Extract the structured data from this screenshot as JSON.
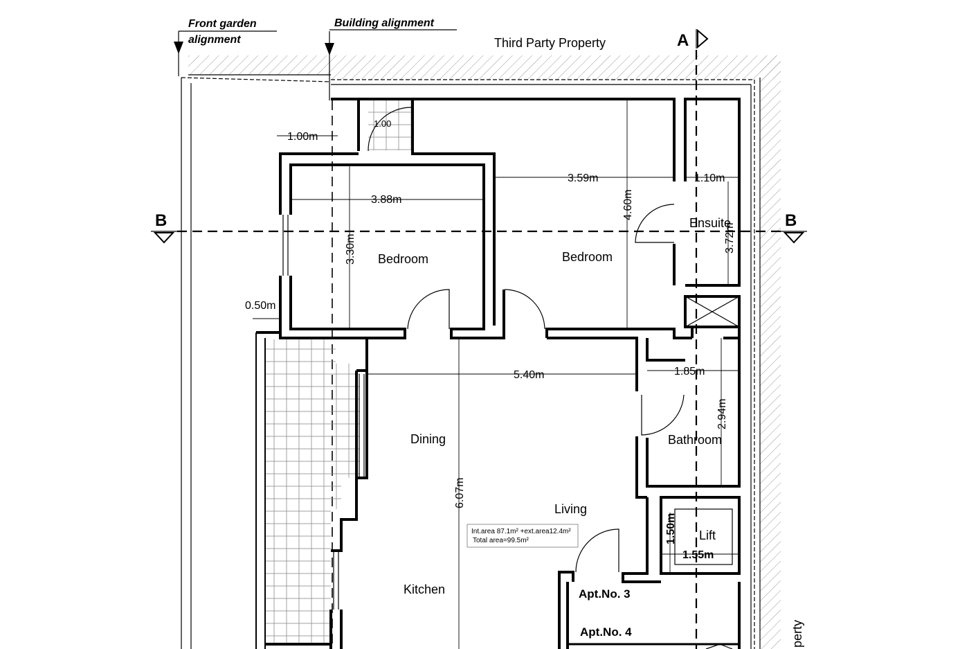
{
  "labels": {
    "front_garden": [
      "Front garden",
      "alignment"
    ],
    "building_alignment": "Building alignment",
    "third_party_top": "Third Party Property",
    "third_party_side": "perty",
    "section_a": "A",
    "section_b_left": "B",
    "section_b_right": "B"
  },
  "rooms": {
    "bedroom_left": "Bedroom",
    "bedroom_right": "Bedroom",
    "ensuite": "Ensuite",
    "dining": "Dining",
    "living": "Living",
    "kitchen": "Kitchen",
    "bathroom": "Bathroom",
    "lift": "Lift"
  },
  "dimensions": {
    "d100_top": "1.00",
    "d100m": "1.00m",
    "d388": "3.88m",
    "d359": "3.59m",
    "d110": "1.10m",
    "d460": "4.60m",
    "d330": "3.30m",
    "d372": "3.72m",
    "d050": "0.50m",
    "d540": "5.40m",
    "d185": "1.85m",
    "d294": "2.94m",
    "d607": "6.07m",
    "d150": "1.50m",
    "d155": "1.55m"
  },
  "area_note": {
    "line1": "Int.area 87.1m² +ext.area12.4m²",
    "line2": "Total area=99.5m²"
  },
  "apartments": {
    "apt3": "Apt.No. 3",
    "apt4": "Apt.No. 4"
  }
}
